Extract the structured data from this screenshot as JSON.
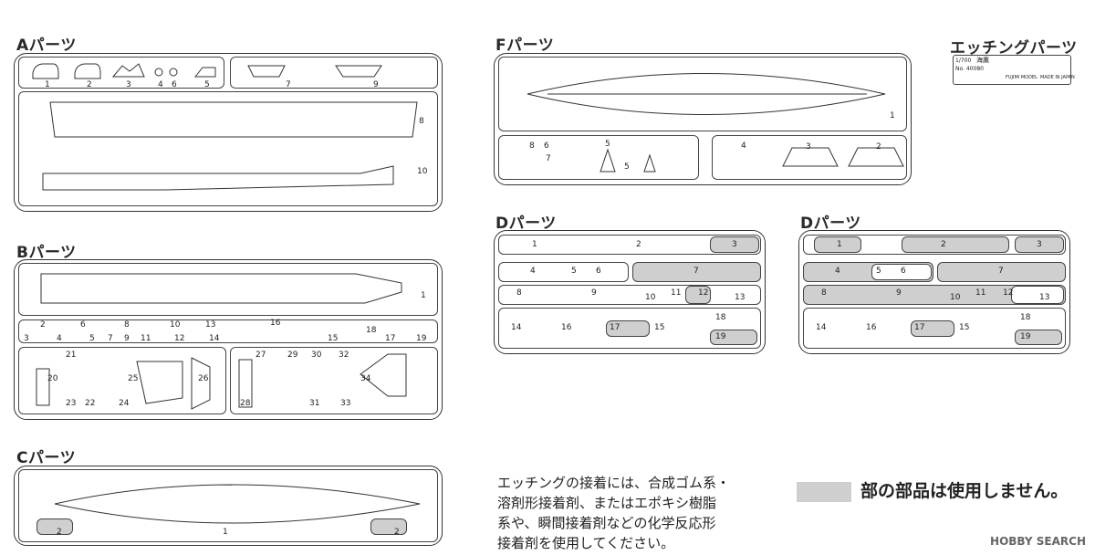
{
  "sections": {
    "a": {
      "title": "Aパーツ",
      "labels": [
        "1",
        "2",
        "3",
        "4",
        "6",
        "5",
        "7",
        "9",
        "8",
        "10"
      ]
    },
    "b": {
      "title": "Bパーツ",
      "labels": [
        "1",
        "2",
        "3",
        "4",
        "5",
        "6",
        "7",
        "8",
        "9",
        "10",
        "11",
        "12",
        "13",
        "14",
        "15",
        "16",
        "17",
        "18",
        "19",
        "20",
        "21",
        "22",
        "23",
        "24",
        "25",
        "26",
        "27",
        "28",
        "29",
        "30",
        "31",
        "32",
        "33",
        "34"
      ]
    },
    "c": {
      "title": "Cパーツ",
      "labels": [
        "1",
        "2",
        "2"
      ]
    },
    "f": {
      "title": "Fパーツ",
      "labels": [
        "1",
        "2",
        "3",
        "4",
        "5",
        "5",
        "6",
        "7",
        "8"
      ]
    },
    "d1": {
      "title": "Dパーツ",
      "labels": [
        "1",
        "2",
        "3",
        "4",
        "5",
        "6",
        "7",
        "8",
        "9",
        "10",
        "11",
        "12",
        "13",
        "14",
        "15",
        "16",
        "17",
        "18",
        "19"
      ]
    },
    "d2": {
      "title": "Dパーツ",
      "labels": [
        "1",
        "2",
        "3",
        "4",
        "5",
        "6",
        "7",
        "8",
        "9",
        "10",
        "11",
        "12",
        "13",
        "14",
        "15",
        "16",
        "17",
        "18",
        "19"
      ]
    },
    "etching": {
      "title": "エッチングパーツ",
      "scale": "1/700",
      "name": "海鷹",
      "number": "No. 40080",
      "maker": "FUJIMI MODEL",
      "origin": "MADE IN JAPAN"
    }
  },
  "note": {
    "lines": [
      "エッチングの接着には、合成ゴム系・",
      "溶剤形接着剤、またはエポキシ樹脂",
      "系や、瞬間接着剤などの化学反応形",
      "接着剤を使用してください。"
    ]
  },
  "legend": {
    "text": "部の部品は使用しません。",
    "color": "#cfcfcf"
  },
  "watermark": "HOBBY SEARCH"
}
